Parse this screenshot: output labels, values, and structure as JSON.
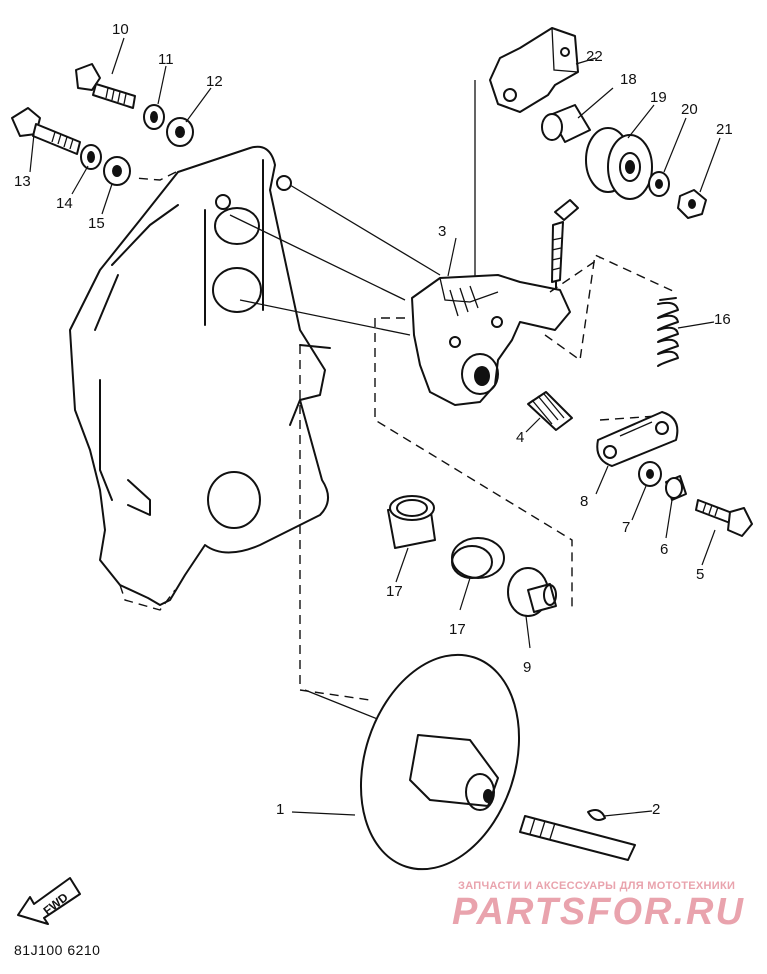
{
  "diagram": {
    "part_numbers": {
      "p1": "1",
      "p2": "2",
      "p3": "3",
      "p4": "4",
      "p5": "5",
      "p6": "6",
      "p7": "7",
      "p8": "8",
      "p9": "9",
      "p10": "10",
      "p11": "11",
      "p12": "12",
      "p13": "13",
      "p14": "14",
      "p15": "15",
      "p16": "16",
      "p17a": "17",
      "p17b": "17",
      "p18": "18",
      "p19": "19",
      "p20": "20",
      "p21": "21",
      "p22": "22"
    },
    "direction_label": "FWD",
    "diagram_code": "81J100 6210"
  },
  "watermark": {
    "caption": "ЗАПЧАСТИ И АКСЕССУАРЫ ДЛЯ МОТОТЕХНИКИ",
    "logo": "PARTSFOR.RU",
    "color": "#e9a3ad"
  }
}
